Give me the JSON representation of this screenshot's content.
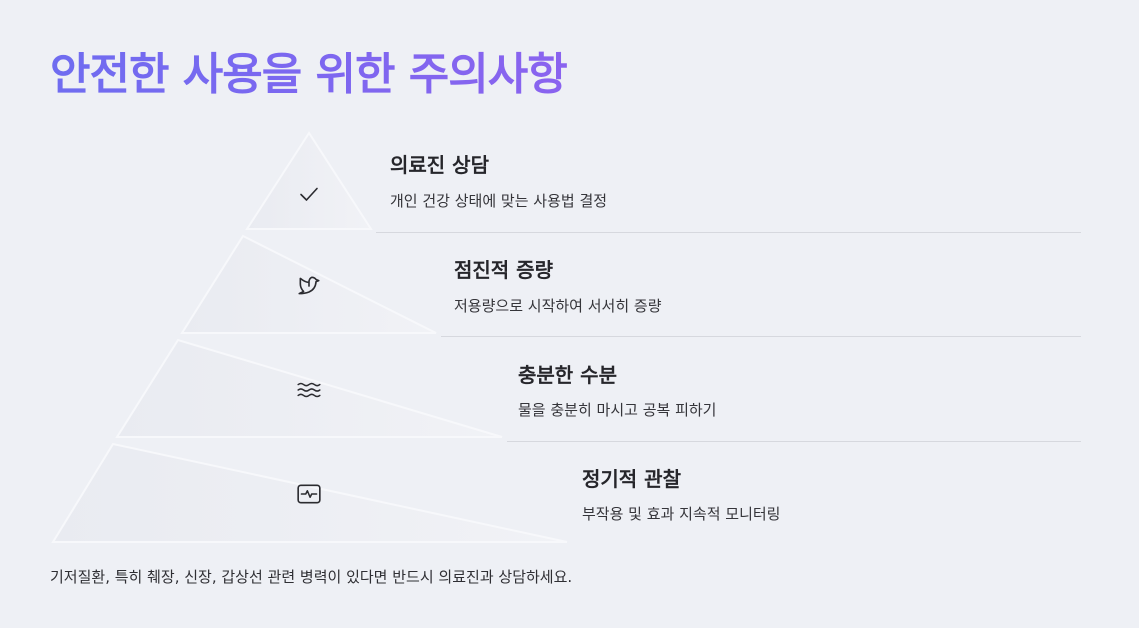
{
  "title": "안전한 사용을 위한 주의사항",
  "tiers": [
    {
      "icon": "check-icon",
      "title": "의료진 상담",
      "description": "개인 건강 상태에 맞는 사용법 결정"
    },
    {
      "icon": "dove-icon",
      "title": "점진적 증량",
      "description": "저용량으로 시작하여 서서히 증량"
    },
    {
      "icon": "water-waves-icon",
      "title": "충분한 수분",
      "description": "물을 충분히 마시고 공복 피하기"
    },
    {
      "icon": "heart-monitor-icon",
      "title": "정기적 관찰",
      "description": "부작용 및 효과 지속적 모니터링"
    }
  ],
  "footnote": "기저질환, 특히 췌장, 신장, 갑상선 관련 병력이 있다면 반드시 의료진과 상담하세요."
}
